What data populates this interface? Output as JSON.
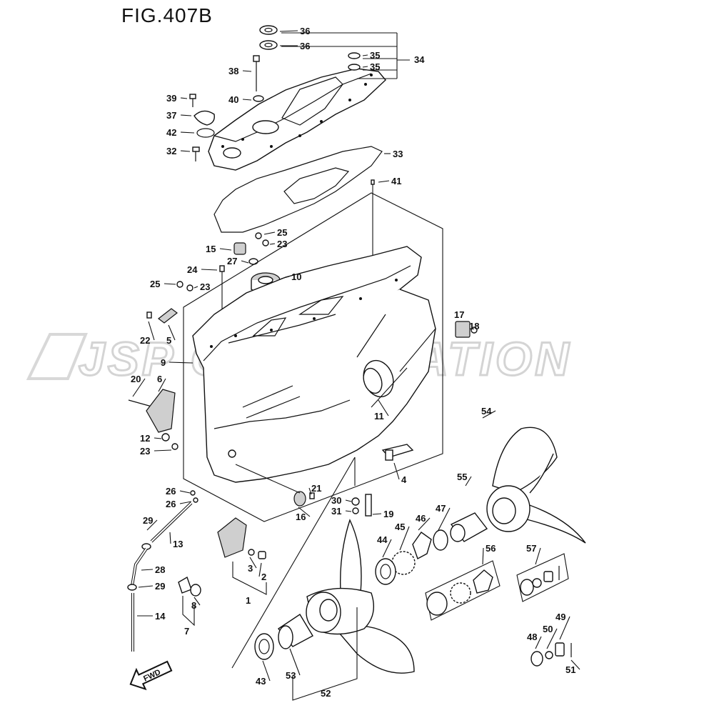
{
  "figure": {
    "title": "FIG.407B"
  },
  "watermark": {
    "text": "JSP CORPORATION"
  },
  "direction_badge": {
    "text": "FWD"
  },
  "callouts": [
    {
      "id": "c36a",
      "number": "36"
    },
    {
      "id": "c36b",
      "number": "36"
    },
    {
      "id": "c35a",
      "number": "35"
    },
    {
      "id": "c35b",
      "number": "35"
    },
    {
      "id": "c34",
      "number": "34"
    },
    {
      "id": "c38",
      "number": "38"
    },
    {
      "id": "c40",
      "number": "40"
    },
    {
      "id": "c39",
      "number": "39"
    },
    {
      "id": "c37",
      "number": "37"
    },
    {
      "id": "c42",
      "number": "42"
    },
    {
      "id": "c32",
      "number": "32"
    },
    {
      "id": "c33",
      "number": "33"
    },
    {
      "id": "c41",
      "number": "41"
    },
    {
      "id": "c25a",
      "number": "25"
    },
    {
      "id": "c23a",
      "number": "23"
    },
    {
      "id": "c15",
      "number": "15"
    },
    {
      "id": "c27",
      "number": "27"
    },
    {
      "id": "c24",
      "number": "24"
    },
    {
      "id": "c10",
      "number": "10"
    },
    {
      "id": "c25b",
      "number": "25"
    },
    {
      "id": "c23b",
      "number": "23"
    },
    {
      "id": "c17",
      "number": "17"
    },
    {
      "id": "c18",
      "number": "18"
    },
    {
      "id": "c22",
      "number": "22"
    },
    {
      "id": "c5",
      "number": "5"
    },
    {
      "id": "c9",
      "number": "9"
    },
    {
      "id": "c11",
      "number": "11"
    },
    {
      "id": "c20",
      "number": "20"
    },
    {
      "id": "c6",
      "number": "6"
    },
    {
      "id": "c12",
      "number": "12"
    },
    {
      "id": "c23c",
      "number": "23"
    },
    {
      "id": "c54",
      "number": "54"
    },
    {
      "id": "c4",
      "number": "4"
    },
    {
      "id": "c55",
      "number": "55"
    },
    {
      "id": "c21",
      "number": "21"
    },
    {
      "id": "c16",
      "number": "16"
    },
    {
      "id": "c26a",
      "number": "26"
    },
    {
      "id": "c26b",
      "number": "26"
    },
    {
      "id": "c30",
      "number": "30"
    },
    {
      "id": "c31",
      "number": "31"
    },
    {
      "id": "c19",
      "number": "19"
    },
    {
      "id": "c29a",
      "number": "29"
    },
    {
      "id": "c13",
      "number": "13"
    },
    {
      "id": "c46",
      "number": "46"
    },
    {
      "id": "c47",
      "number": "47"
    },
    {
      "id": "c45",
      "number": "45"
    },
    {
      "id": "c44",
      "number": "44"
    },
    {
      "id": "c3",
      "number": "3"
    },
    {
      "id": "c2",
      "number": "2"
    },
    {
      "id": "c28",
      "number": "28"
    },
    {
      "id": "c29b",
      "number": "29"
    },
    {
      "id": "c1",
      "number": "1"
    },
    {
      "id": "c56",
      "number": "56"
    },
    {
      "id": "c57",
      "number": "57"
    },
    {
      "id": "c8",
      "number": "8"
    },
    {
      "id": "c14",
      "number": "14"
    },
    {
      "id": "c7",
      "number": "7"
    },
    {
      "id": "c49",
      "number": "49"
    },
    {
      "id": "c50",
      "number": "50"
    },
    {
      "id": "c48",
      "number": "48"
    },
    {
      "id": "c51",
      "number": "51"
    },
    {
      "id": "c43",
      "number": "43"
    },
    {
      "id": "c53",
      "number": "53"
    },
    {
      "id": "c52",
      "number": "52"
    }
  ]
}
